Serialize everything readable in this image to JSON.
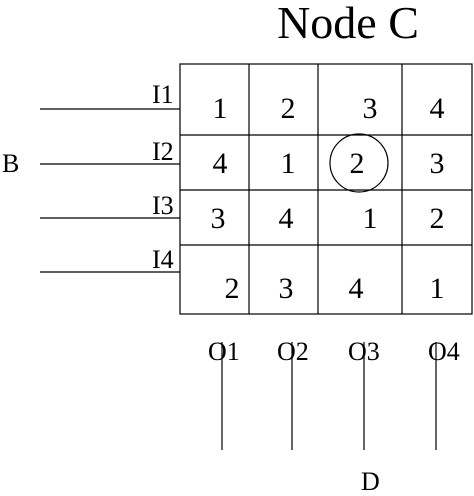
{
  "title": "Node C",
  "left_label": "B",
  "bottom_label": "D",
  "inputs": [
    "I1",
    "I2",
    "I3",
    "I4"
  ],
  "outputs": [
    "O1",
    "O2",
    "O3",
    "O4"
  ],
  "grid": [
    [
      "1",
      "2",
      "3",
      "4"
    ],
    [
      "4",
      "1",
      "2",
      "3"
    ],
    [
      "3",
      "4",
      "1",
      "2"
    ],
    [
      "2",
      "3",
      "4",
      "1"
    ]
  ],
  "circled_cell": {
    "row": 2,
    "col": 3
  }
}
